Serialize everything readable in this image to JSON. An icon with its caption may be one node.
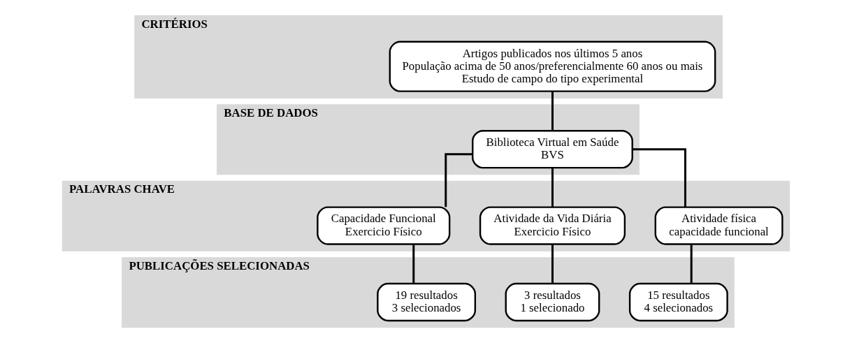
{
  "diagram": {
    "nodes": [
      {
        "text": [
          "CRITÉRIOS"
        ]
      },
      {
        "text": [
          "Artigos publicados nos últimos 5 anos",
          "População acima de 50 anos/preferencialmente 60 anos ou mais",
          "Estudo de campo do tipo experimental"
        ],
        "in": 0
      },
      {
        "text": [
          "BASE DE DADOS"
        ]
      },
      {
        "text": [
          "Biblioteca Virtual em Saúde",
          "BVS"
        ],
        "in": 2
      },
      {
        "text": [
          "PALAVRAS CHAVE"
        ]
      },
      {
        "text": [
          "Capacidade Funcional",
          "Exercicio Físico"
        ],
        "in": 4
      },
      {
        "text": [
          "Atividade da Vida Diária",
          "Exercicio Físico"
        ],
        "in": 4
      },
      {
        "text": [
          "Atividade física",
          "capacidade funcional"
        ],
        "in": 4
      },
      {
        "text": [
          "PUBLICAÇÕES SELECIONADAS"
        ]
      },
      {
        "text": [
          "19 resultados",
          "3 selecionados"
        ],
        "in": 8
      },
      {
        "text": [
          "3 resultados",
          "1 selecionado"
        ],
        "in": 8
      },
      {
        "text": [
          "15 resultados",
          "4 selecionados"
        ],
        "in": 8
      }
    ],
    "edges": [
      {
        "from": 1,
        "to": 3,
        "arrow": "none"
      },
      {
        "from": 3,
        "to": 5,
        "arrow": "none"
      },
      {
        "from": 3,
        "to": 6,
        "arrow": "none"
      },
      {
        "from": 3,
        "to": 7,
        "arrow": "none"
      },
      {
        "from": 5,
        "to": 9,
        "arrow": "none"
      },
      {
        "from": 6,
        "to": 10,
        "arrow": "none"
      },
      {
        "from": 7,
        "to": 11,
        "arrow": "none"
      }
    ]
  }
}
